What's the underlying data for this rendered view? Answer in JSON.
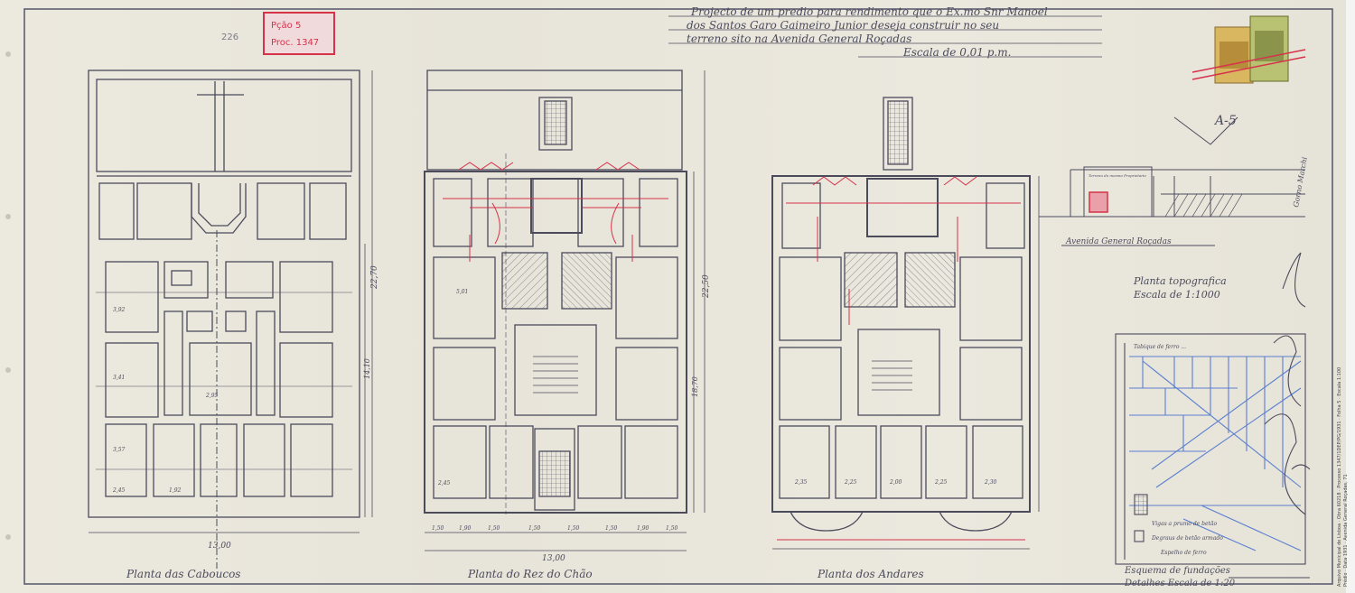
{
  "title_block": {
    "line1": "Projecto de um predio para rendimento que o Ex.mo Snr Manoel",
    "line2": "dos Santos Garo Gaimeiro Junior deseja construir no seu",
    "line3": "terreno sito na Avenida General Roçadas",
    "scale": "Escala de 0,01 p.m."
  },
  "stamp": {
    "line1": "Pção 5",
    "line2": "Proc. 1347"
  },
  "pencil_number": "226",
  "plans": [
    {
      "label": "Planta das Caboucos"
    },
    {
      "label": "Planta do Rez do Chão"
    },
    {
      "label": "Planta dos Andares"
    }
  ],
  "site_plan": {
    "street": "Avenida General Roçadas",
    "label_line1": "Planta topografica",
    "label_line2": "Escala de 1:1000",
    "neighbor": "Terreno do mesmo Proprietario"
  },
  "stair_detail": {
    "top": "Tabique de ferro ...",
    "note1": "Vigas a prumo de betão",
    "note2": "Degraus de betão armado",
    "note3": "Espelho de ferro",
    "label_line1": "Esquema de fundações",
    "label_line2": "Detalhes Escala de 1:20"
  },
  "margin_note": "Gorno Marchi",
  "mark": "A-5",
  "dimensions": {
    "width_total": "13,00",
    "width_bottom": "13,00",
    "depth_total": "22,50",
    "depth_inner": "18,70",
    "depth_left": "22,70",
    "depth_left_inner": "14,10",
    "bays": [
      "1,50",
      "1,90",
      "1,50",
      "1,50",
      "1,50",
      "1,50",
      "1,90",
      "1,50"
    ]
  },
  "room_dims": {
    "a": [
      "5,01",
      "3,92",
      "3,41",
      "3,57",
      "2,45",
      "2,45",
      "2,95",
      "1,92"
    ],
    "b": [
      "2,35",
      "2,25",
      "2,00",
      "2,25",
      "2,30"
    ]
  },
  "sidebar_lines": [
    "Arquivo Municipal de Lisboa · Obra 60218 · Processo 1347/1DEP/PG/1931 · Folha 5 · Escala 1:100",
    "Prédio · Data 1931 · Avenida General Roçadas, 71"
  ],
  "colors": {
    "paper": "#ece9df",
    "pencil": "#4b4b5c",
    "red": "#d6324a",
    "blue": "#5a7fd0",
    "hatch": "#6a6a78"
  }
}
